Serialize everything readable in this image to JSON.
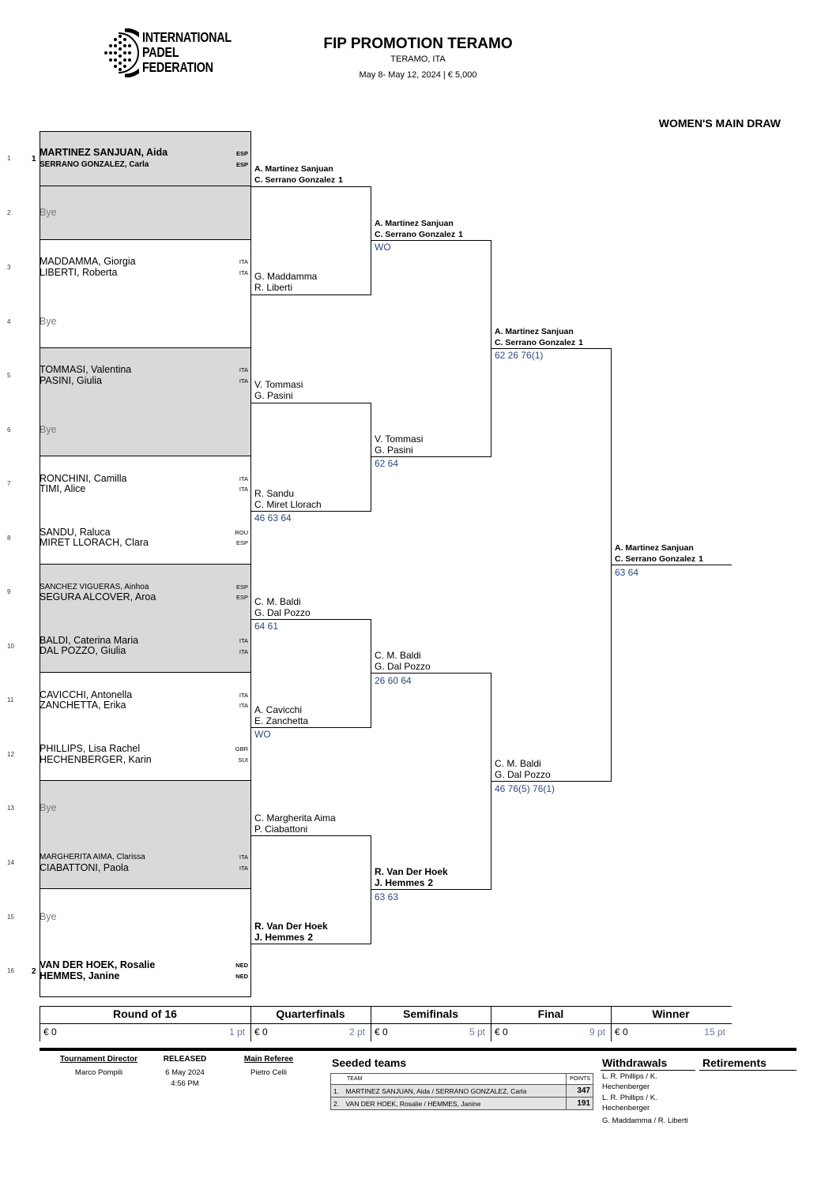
{
  "header": {
    "org_line1": "INTERNATIONAL",
    "org_line2": "PADEL",
    "org_line3": "FEDERATION",
    "title": "FIP PROMOTION TERAMO",
    "location": "TERAMO, ITA",
    "dates": "May 8- May 12, 2024  |  € 5,000",
    "draw_title": "WOMEN'S MAIN DRAW"
  },
  "round1": [
    {
      "pos": "1",
      "seed": "1",
      "p1": "MARTINEZ SANJUAN, Aida",
      "c1": "ESP",
      "p2": "SERRANO GONZALEZ, Carla",
      "c2": "ESP"
    },
    {
      "pos": "2",
      "p1": "Bye"
    },
    {
      "pos": "3",
      "p1": "MADDAMMA, Giorgia",
      "c1": "ITA",
      "p2": "LIBERTI, Roberta",
      "c2": "ITA"
    },
    {
      "pos": "4",
      "p1": "Bye"
    },
    {
      "pos": "5",
      "p1": "TOMMASI, Valentina",
      "c1": "ITA",
      "p2": "PASINI, Giulia",
      "c2": "ITA"
    },
    {
      "pos": "6",
      "p1": "Bye"
    },
    {
      "pos": "7",
      "p1": "RONCHINI, Camilla",
      "c1": "ITA",
      "p2": "TIMI, Alice",
      "c2": "ITA"
    },
    {
      "pos": "8",
      "p1": "SANDU, Raluca",
      "c1": "ROU",
      "p2": "MIRET LLORACH, Clara",
      "c2": "ESP"
    },
    {
      "pos": "9",
      "p1": "SANCHEZ VIGUERAS, Ainhoa",
      "c1": "ESP",
      "p2": "SEGURA ALCOVER, Aroa",
      "c2": "ESP"
    },
    {
      "pos": "10",
      "p1": "BALDI, Caterina Maria",
      "c1": "ITA",
      "p2": "DAL POZZO, Giulia",
      "c2": "ITA"
    },
    {
      "pos": "11",
      "p1": "CAVICCHI, Antonella",
      "c1": "ITA",
      "p2": "ZANCHETTA, Erika",
      "c2": "ITA"
    },
    {
      "pos": "12",
      "p1": "PHILLIPS, Lisa Rachel",
      "c1": "GBR",
      "p2": "HECHENBERGER, Karin",
      "c2": "SUI"
    },
    {
      "pos": "13",
      "p1": "Bye"
    },
    {
      "pos": "14",
      "p1": "MARGHERITA AIMA, Clarissa",
      "c1": "ITA",
      "p2": "CIABATTONI, Paola",
      "c2": "ITA"
    },
    {
      "pos": "15",
      "p1": "Bye"
    },
    {
      "pos": "16",
      "seed": "2",
      "p1": "VAN DER HOEK, Rosalie",
      "c1": "NED",
      "p2": "HEMMES, Janine",
      "c2": "NED"
    }
  ],
  "quarterfinals": [
    {
      "p1": "A. Martinez Sanjuan",
      "p2": "C. Serrano Gonzalez",
      "seed": "1",
      "score": ""
    },
    {
      "p1": "G. Maddamma",
      "p2": "R. Liberti",
      "score": ""
    },
    {
      "p1": "V. Tommasi",
      "p2": "G. Pasini",
      "score": ""
    },
    {
      "p1": "R. Sandu",
      "p2": "C. Miret Llorach",
      "score": "46 63 64"
    },
    {
      "p1": "C. M. Baldi",
      "p2": "G. Dal Pozzo",
      "score": "64 61"
    },
    {
      "p1": "A. Cavicchi",
      "p2": "E. Zanchetta",
      "score": "WO"
    },
    {
      "p1": "C. Margherita Aima",
      "p2": "P. Ciabattoni",
      "score": ""
    },
    {
      "p1": "R. Van Der Hoek",
      "p2": "J. Hemmes",
      "seed": "2",
      "score": ""
    }
  ],
  "semifinals": [
    {
      "p1": "A. Martinez Sanjuan",
      "p2": "C. Serrano Gonzalez",
      "seed": "1",
      "score": "WO"
    },
    {
      "p1": "V. Tommasi",
      "p2": "G. Pasini",
      "score": "62 64"
    },
    {
      "p1": "C. M. Baldi",
      "p2": "G. Dal Pozzo",
      "score": "26 60 64"
    },
    {
      "p1": "R. Van Der Hoek",
      "p2": "J. Hemmes",
      "seed": "2",
      "score": "63 63"
    }
  ],
  "final": [
    {
      "p1": "A. Martinez Sanjuan",
      "p2": "C. Serrano Gonzalez",
      "seed": "1",
      "score": "62 26 76(1)"
    },
    {
      "p1": "C. M. Baldi",
      "p2": "G. Dal Pozzo",
      "score": "46 76(5) 76(1)"
    }
  ],
  "winner": {
    "p1": "A. Martinez Sanjuan",
    "p2": "C. Serrano Gonzalez",
    "seed": "1",
    "score": "63 64"
  },
  "rounds": [
    {
      "label": "Round of 16",
      "prize": "€ 0",
      "points": "1 pt"
    },
    {
      "label": "Quarterfinals",
      "prize": "€ 0",
      "points": "2 pt"
    },
    {
      "label": "Semifinals",
      "prize": "€ 0",
      "points": "5 pt"
    },
    {
      "label": "Final",
      "prize": "€ 0",
      "points": "9 pt"
    },
    {
      "label": "Winner",
      "prize": "€ 0",
      "points": "15 pt"
    }
  ],
  "footer": {
    "director_label": "Tournament Director",
    "director": "Marco Pompili",
    "released_label": "RELEASED",
    "released_date": "6 May 2024",
    "released_time": "4:56 PM",
    "referee_label": "Main Referee",
    "referee": "Pietro Celli",
    "seeded_title": "Seeded teams",
    "seeded_col_team": "TEAM",
    "seeded_col_points": "POINTS",
    "seeded": [
      {
        "num": "1.",
        "team": "MARTINEZ SANJUAN, Aida / SERRANO GONZALEZ, Carla",
        "points": "347"
      },
      {
        "num": "2.",
        "team": "VAN DER HOEK, Rosalie / HEMMES, Janine",
        "points": "191"
      }
    ],
    "withdrawals_title": "Withdrawals",
    "withdrawals": [
      "L. R. Phillips / K. Hechenberger",
      "L. R. Phillips / K. Hechenberger",
      "G. Maddamma / R. Liberti"
    ],
    "retirements_title": "Retirements"
  }
}
